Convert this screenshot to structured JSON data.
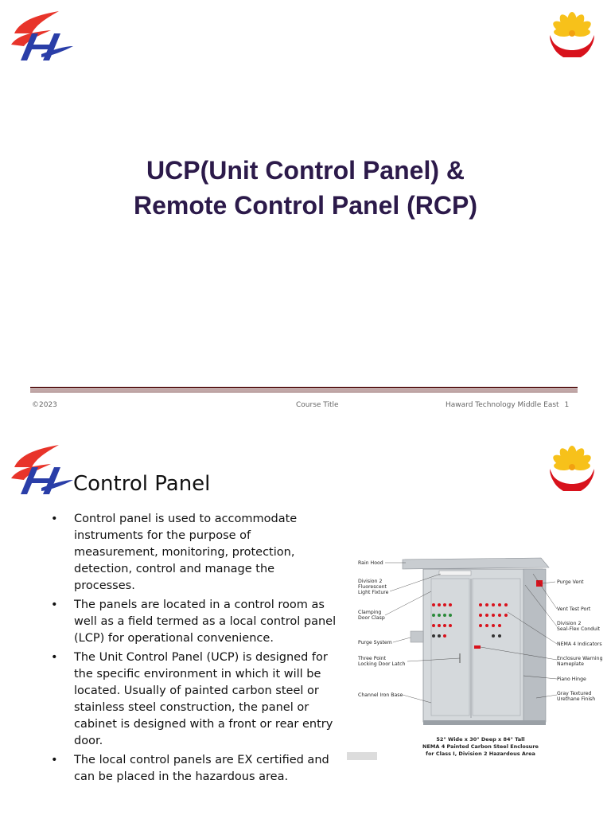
{
  "slide1": {
    "title_line1": "UCP(Unit Control Panel) &",
    "title_line2": "Remote Control Panel (RCP)",
    "footer": {
      "copyright": "©2023",
      "course": "Course Title",
      "company": "Haward Technology Middle East",
      "page": "1"
    }
  },
  "slide2": {
    "title": "Control Panel",
    "bullet_symbol": "•",
    "bullets": [
      "Control panel is used to accommodate instruments for the purpose of measurement, monitoring, protection, detection, control and manage the processes.",
      "The panels are located in a control room as well as a field termed as a local control panel (LCP) for operational convenience.",
      "The Unit Control Panel (UCP) is designed for the specific environment in which it will be located. Usually of painted carbon steel or stainless steel construction, the panel or cabinet is designed with a front or rear entry door.",
      "The local control panels are EX certified and can be placed in the hazardous area."
    ],
    "figure": {
      "left_labels": [
        "Rain Hood",
        "Division 2",
        "Fluorescent",
        "Light Fixture",
        "Clamping",
        "Door Clasp",
        "Purge System",
        "Three Point",
        "Locking Door Latch",
        "Channel Iron Base"
      ],
      "right_labels": [
        "Purge Vent",
        "Vent Test Port",
        "Division 2",
        "Seal-Flex Conduit",
        "NEMA 4 Indicators",
        "Enclosure Warning",
        "Nameplate",
        "Piano Hinge",
        "Gray Textured",
        "Urethane Finish"
      ],
      "caption_line1": "52\" Wide x 30\" Deep x 84\" Tall",
      "caption_line2": "NEMA 4 Painted Carbon Steel Enclosure",
      "caption_line3": "for Class I, Division 2 Hazardous Area"
    }
  },
  "colors": {
    "title_purple": "#2c1a4a",
    "logo_red": "#e8342a",
    "logo_blue": "#2a3ea8",
    "flower_yellow": "#f7c11a",
    "flower_red": "#d8121c",
    "rule_dark": "#5a1a1a"
  },
  "icons": [
    "haward-logo-icon",
    "petrochina-logo-icon"
  ]
}
